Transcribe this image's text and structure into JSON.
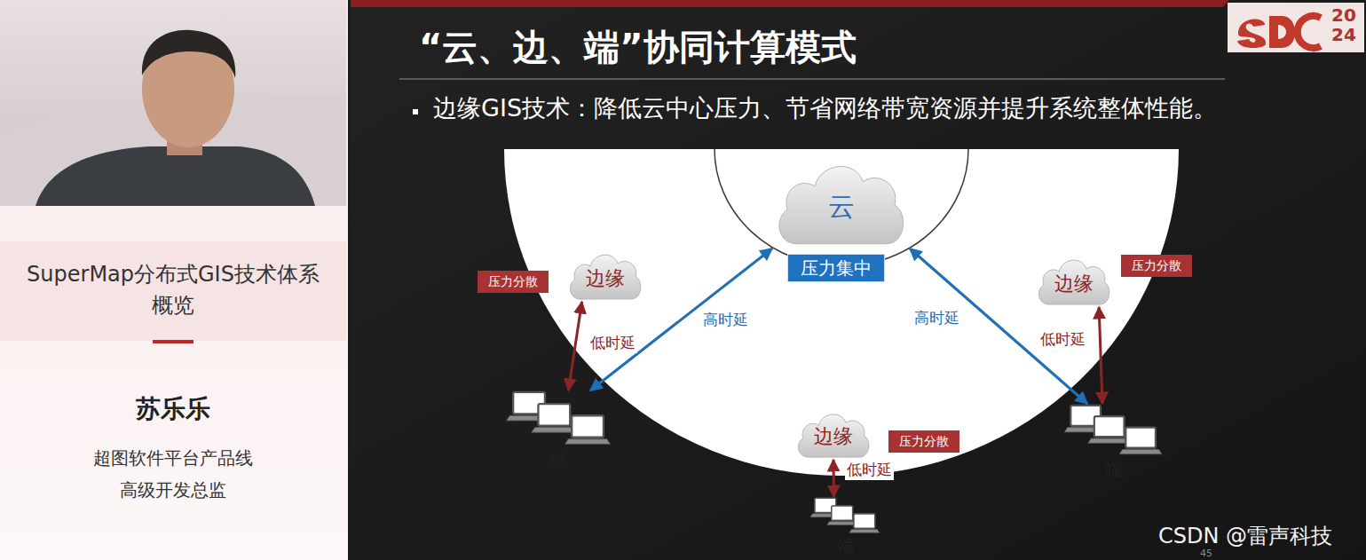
{
  "diagram": {
    "title": "“云、边、端”协同计算模式",
    "nodes": [
      {
        "text": [
          "云"
        ]
      },
      {
        "text": [
          "压力集中"
        ]
      },
      {
        "text": [
          "压力分散"
        ]
      },
      {
        "text": [
          "边缘"
        ]
      },
      {
        "text": [
          "边缘"
        ]
      },
      {
        "text": [
          "压力分散"
        ]
      },
      {
        "text": [
          "端"
        ]
      },
      {
        "text": [
          "端"
        ]
      },
      {
        "text": [
          "边缘"
        ]
      },
      {
        "text": [
          "压力分散"
        ]
      },
      {
        "text": [
          "端"
        ]
      }
    ],
    "edges": [
      {
        "from": 6,
        "to": 0,
        "label": "高时延",
        "arrow": "both"
      },
      {
        "from": 7,
        "to": 0,
        "label": "高时延",
        "arrow": "both"
      },
      {
        "from": 6,
        "to": 3,
        "label": "低时延",
        "arrow": "both"
      },
      {
        "from": 7,
        "to": 4,
        "label": "低时延",
        "arrow": "both"
      },
      {
        "from": 10,
        "to": 8,
        "label": "低时延",
        "arrow": "both"
      }
    ],
    "labels": [
      "SuperMap分布式GIS技术体系概览",
      "苏乐乐",
      "超图软件平台产品线",
      "高级开发总监",
      "边缘GIS技术：降低云中心压力、节省网络带宽资源并提升系统整体性能。",
      "2024",
      "45",
      "CSDN @雷声科技"
    ]
  }
}
